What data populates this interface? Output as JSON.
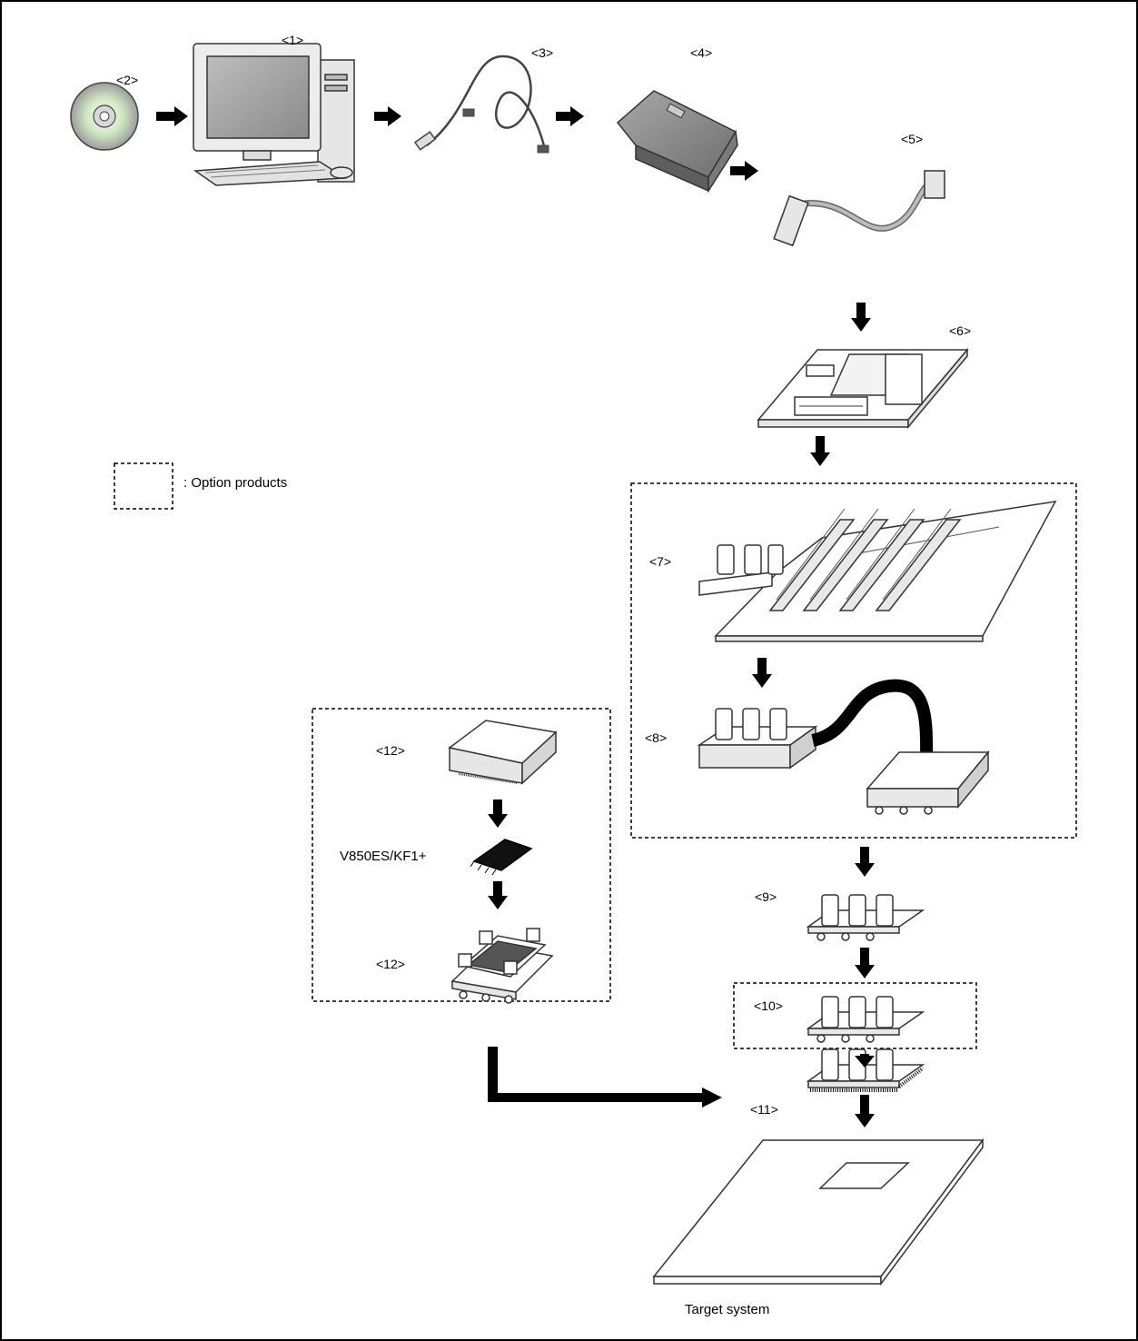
{
  "labels": {
    "l1": "<1>",
    "l2": "<2>",
    "l3": "<3>",
    "l4": "<4>",
    "l5": "<5>",
    "l6": "<6>",
    "l7": "<7>",
    "l8": "<8>",
    "l9": "<9>",
    "l10": "<10>",
    "l11": "<11>",
    "l12a": "<12>",
    "l12b": "<12>"
  },
  "legend": {
    "text": ": Option products"
  },
  "device_label": "V850ES/KF1+",
  "target_label": "Target system"
}
